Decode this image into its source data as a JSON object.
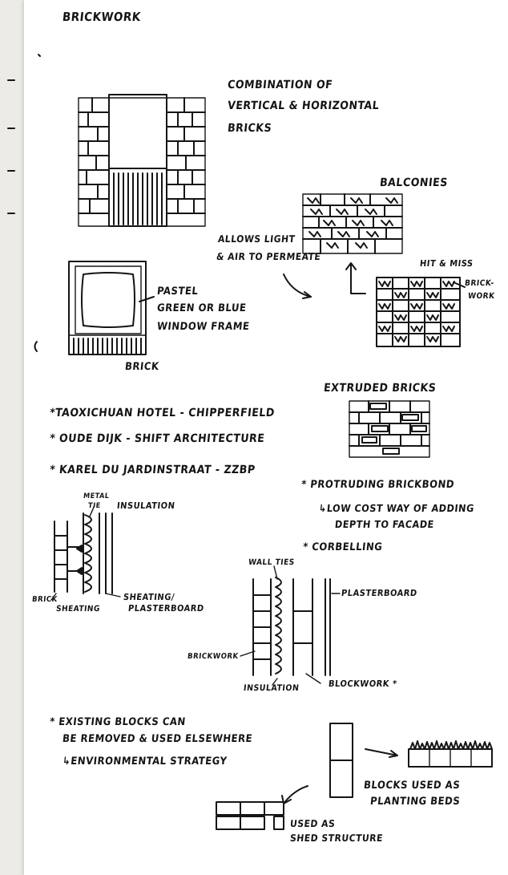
{
  "sheet_title": "BRICKWORK",
  "notes": {
    "combination": [
      "COMBINATION OF",
      "VERTICAL & HORIZONTAL",
      "BRICKS"
    ],
    "balconies": "BALCONIES",
    "allows": [
      "ALLOWS LIGHT",
      "& AIR TO PERMEATE"
    ],
    "hit_miss": "HIT & MISS",
    "brickwork_label": [
      "BRICK-",
      "WORK"
    ],
    "pastel": [
      "PASTEL",
      "GREEN OR BLUE",
      "WINDOW FRAME"
    ],
    "brick": "BRICK",
    "extruded": "EXTRUDED BRICKS",
    "references": [
      "*TAOXICHUAN HOTEL - CHIPPERFIELD",
      "* OUDE DIJK - SHIFT ARCHITECTURE",
      "* KAREL DU JARDINSTRAAT - ZZBP"
    ],
    "protruding": "* PROTRUDING BRICKBOND",
    "low_cost": [
      "↳LOW COST WAY OF ADDING",
      "DEPTH TO FACADE"
    ],
    "corbelling": "* CORBELLING",
    "wall1": {
      "metal_tie": [
        "METAL",
        "TIE"
      ],
      "insulation": "INSULATION",
      "brick": "BRICK",
      "sheathing": "SHEATING",
      "sheathing_pb": [
        "SHEATING/",
        "PLASTERBOARD"
      ]
    },
    "wall2": {
      "wall_ties": "WALL TIES",
      "plasterboard": "PLASTERBOARD",
      "brickwork": "BRICKWORK",
      "insulation": "INSULATION",
      "blockwork": "BLOCKWORK *"
    },
    "existing": [
      "* EXISTING BLOCKS CAN",
      "BE REMOVED & USED ELSEWHERE",
      "↳ENVIRONMENTAL STRATEGY"
    ],
    "planting": [
      "BLOCKS USED AS",
      "PLANTING BEDS"
    ],
    "shed": [
      "USED AS",
      "SHED STRUCTURE"
    ]
  }
}
